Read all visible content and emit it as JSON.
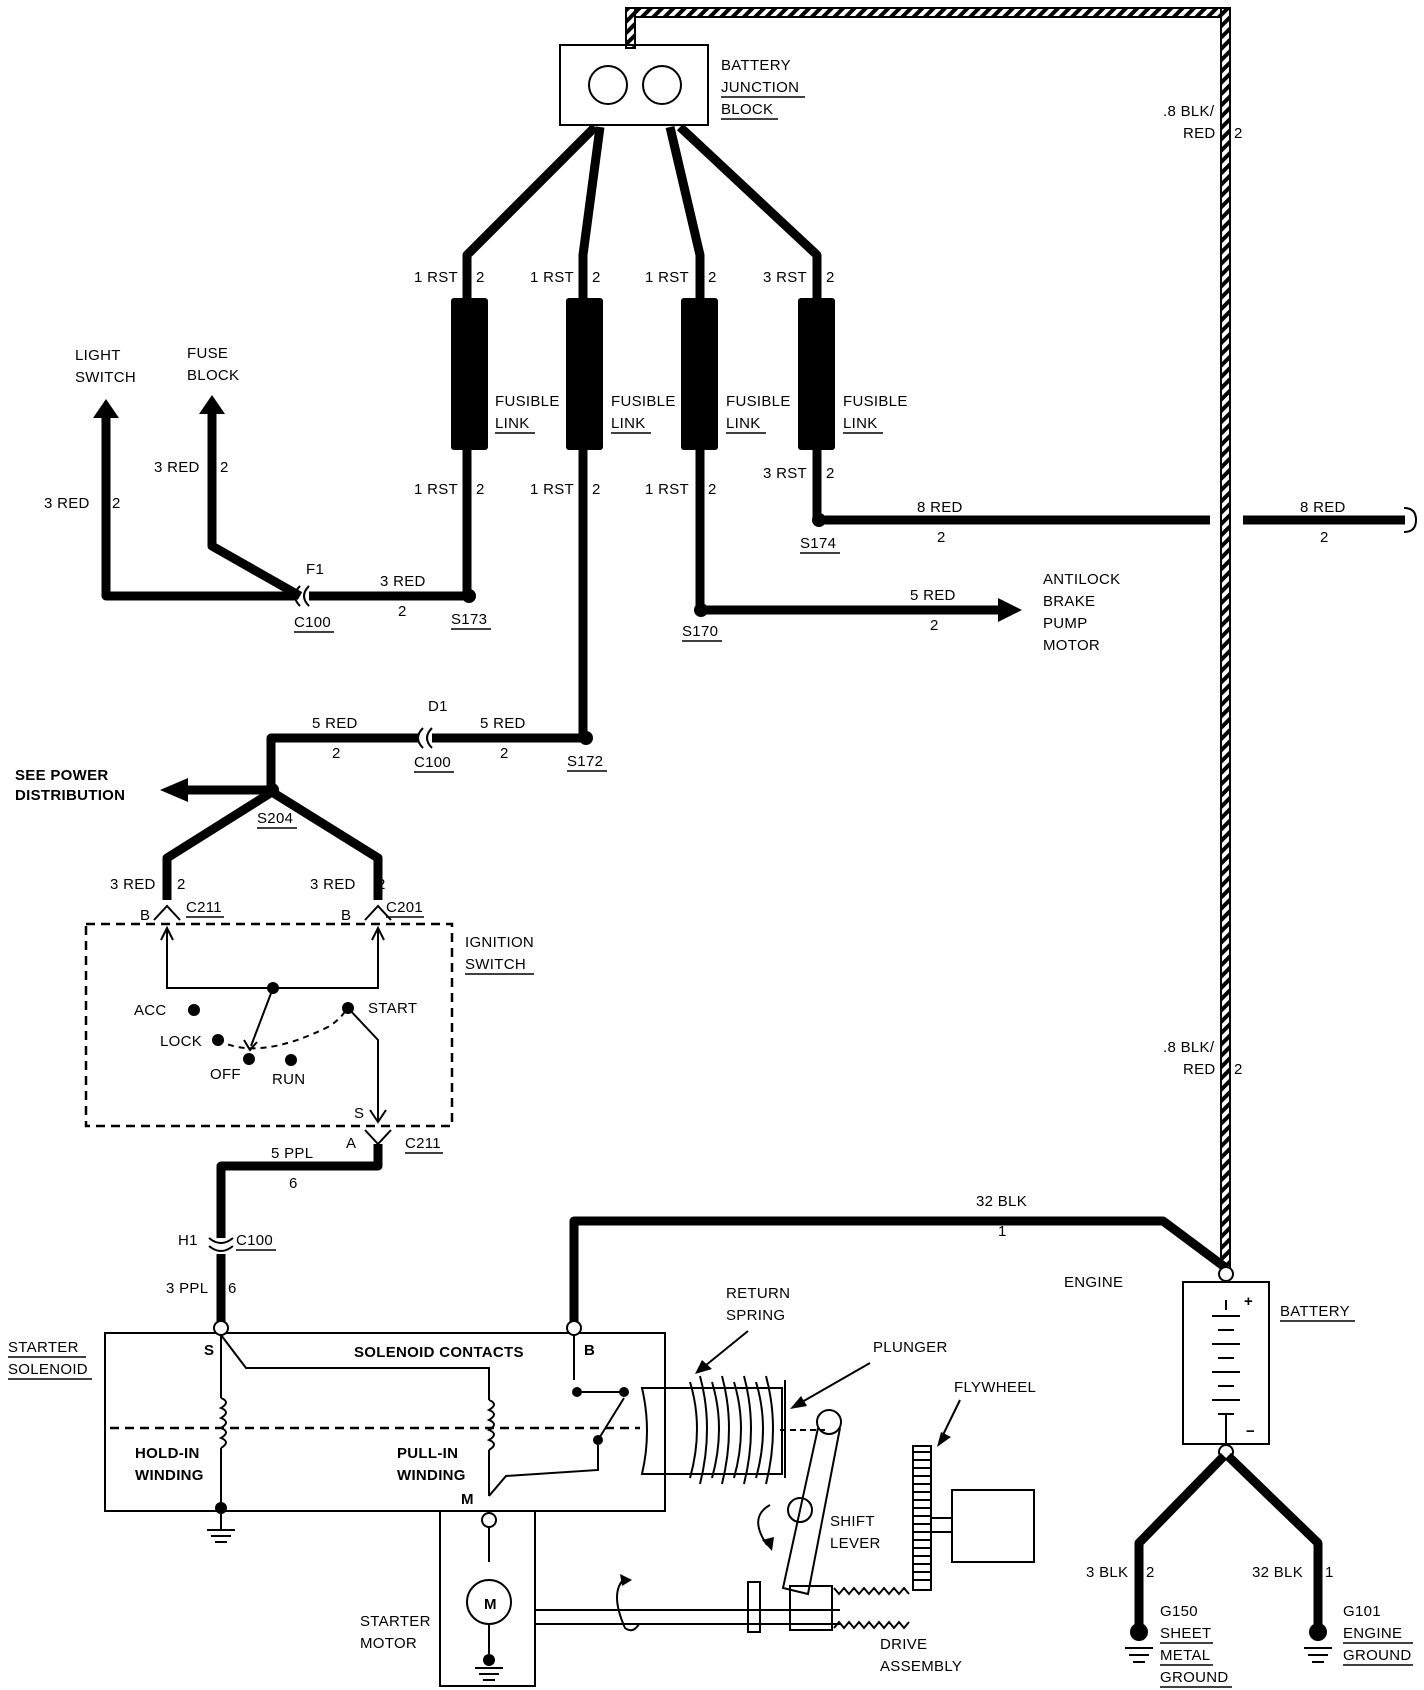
{
  "components": {
    "battery_junction_block": [
      "BATTERY",
      "JUNCTION",
      "BLOCK"
    ],
    "fusible_link": [
      "FUSIBLE",
      "LINK"
    ],
    "light_switch": [
      "LIGHT",
      "SWITCH"
    ],
    "fuse_block": [
      "FUSE",
      "BLOCK"
    ],
    "antilock": [
      "ANTILOCK",
      "BRAKE",
      "PUMP",
      "MOTOR"
    ],
    "see_power": [
      "SEE POWER",
      "DISTRIBUTION"
    ],
    "ignition_switch": [
      "IGNITION",
      "SWITCH"
    ],
    "ignition_positions": {
      "acc": "ACC",
      "lock": "LOCK",
      "off": "OFF",
      "run": "RUN",
      "start": "START",
      "s": "S"
    },
    "starter_solenoid": [
      "STARTER",
      "SOLENOID"
    ],
    "solenoid_contacts": "SOLENOID CONTACTS",
    "hold_in": [
      "HOLD-IN",
      "WINDING"
    ],
    "pull_in": [
      "PULL-IN",
      "WINDING"
    ],
    "terminal_s": "S",
    "terminal_b": "B",
    "terminal_m": "M",
    "return_spring": [
      "RETURN",
      "SPRING"
    ],
    "plunger": "PLUNGER",
    "flywheel": "FLYWHEEL",
    "shift_lever": [
      "SHIFT",
      "LEVER"
    ],
    "drive_assembly": [
      "DRIVE",
      "ASSEMBLY"
    ],
    "starter_motor": [
      "STARTER",
      "MOTOR"
    ],
    "motor_symbol": "M",
    "engine": "ENGINE",
    "battery": "BATTERY",
    "battery_plus": "+",
    "battery_minus": "−",
    "g150": [
      "G150",
      "SHEET",
      "METAL",
      "GROUND"
    ],
    "g101": [
      "G101",
      "ENGINE",
      "GROUND"
    ]
  },
  "wires": {
    "blk_red_top": [
      ".8 BLK/",
      "RED",
      "2"
    ],
    "blk_red_mid": [
      ".8 BLK/",
      "RED",
      "2"
    ],
    "fl1_top": [
      "1 RST",
      "2"
    ],
    "fl2_top": [
      "1 RST",
      "2"
    ],
    "fl3_top": [
      "1 RST",
      "2"
    ],
    "fl4_top": [
      "3 RST",
      "2"
    ],
    "fl1_bot": [
      "1 RST",
      "2"
    ],
    "fl2_bot": [
      "1 RST",
      "2"
    ],
    "fl3_bot": [
      "1 RST",
      "2"
    ],
    "fl4_bot": [
      "3 RST",
      "2"
    ],
    "red8_left": [
      "8 RED",
      "2"
    ],
    "red8_right": [
      "8 RED",
      "2"
    ],
    "red5_abs": [
      "5 RED",
      "2"
    ],
    "red3_f1": [
      "3 RED",
      "2"
    ],
    "red3_light": [
      "3 RED",
      "2"
    ],
    "red3_fuse": [
      "3 RED",
      "2"
    ],
    "red5_d1_left": [
      "5 RED",
      "2"
    ],
    "red5_d1_right": [
      "5 RED",
      "2"
    ],
    "red3_c211": [
      "3 RED",
      "2"
    ],
    "red3_c201": [
      "3 RED",
      "2"
    ],
    "ppl5": [
      "5 PPL",
      "6"
    ],
    "ppl3": [
      "3 PPL",
      "6"
    ],
    "blk32_top": [
      "32 BLK",
      "1"
    ],
    "blk3_g150": [
      "3 BLK",
      "2"
    ],
    "blk32_g101": [
      "32 BLK",
      "1"
    ]
  },
  "connectors": {
    "f1": "F1",
    "c100_f1": "C100",
    "d1": "D1",
    "c100_d1": "C100",
    "h1": "H1",
    "c100_h1": "C100",
    "b_c211": "B",
    "c211_b": "C211",
    "b_c201": "B",
    "c201": "C201",
    "a_c211": "A",
    "c211_a": "C211"
  },
  "splices": {
    "s173": "S173",
    "s170": "S170",
    "s174": "S174",
    "s172": "S172",
    "s204": "S204"
  }
}
